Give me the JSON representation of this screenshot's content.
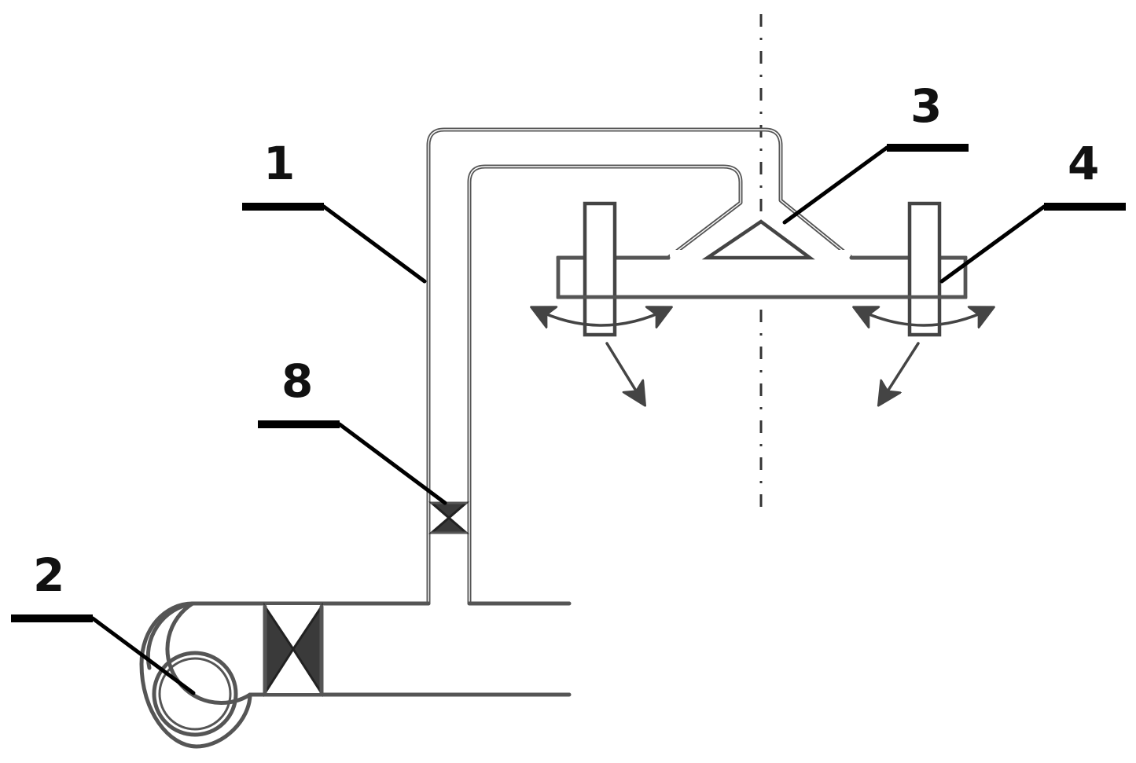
{
  "callouts": {
    "duct": "1",
    "fan": "2",
    "nozzle": "3",
    "rotary_arm": "4",
    "valve": "8"
  },
  "colors": {
    "line": "#444444",
    "leader": "#000000",
    "valve_fill": "#3a3a3a",
    "background": "#ffffff"
  }
}
